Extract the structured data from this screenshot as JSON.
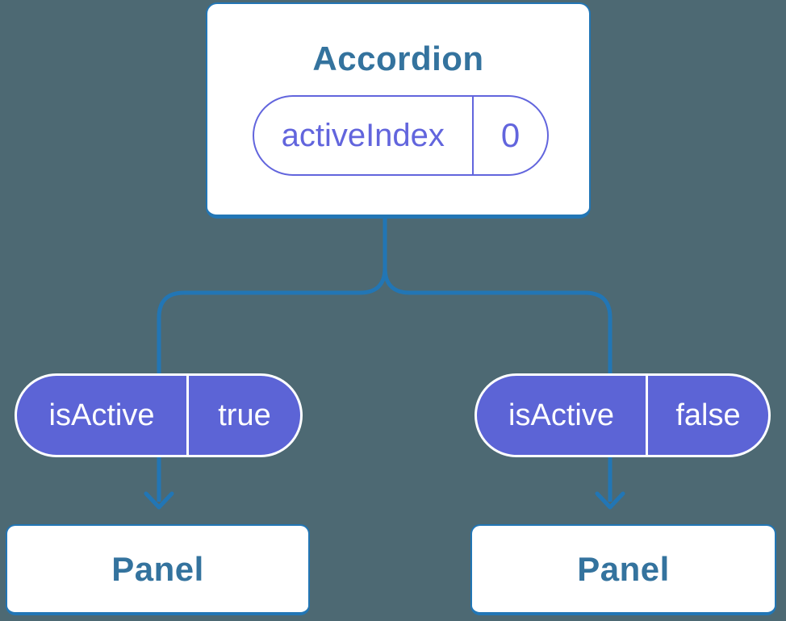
{
  "colors": {
    "background": "#4d6973",
    "connector_blue": "#2276b5",
    "component_text_blue": "#34739e",
    "state_purple_outline": "#6265dd",
    "prop_purple_fill": "#5c64d6",
    "prop_text": "#ffffff",
    "card_fill": "#ffffff"
  },
  "diagram": {
    "root": {
      "name": "Accordion",
      "state": {
        "name": "activeIndex",
        "value": "0"
      }
    },
    "children": [
      {
        "prop": {
          "name": "isActive",
          "value": "true"
        },
        "component": {
          "name": "Panel"
        }
      },
      {
        "prop": {
          "name": "isActive",
          "value": "false"
        },
        "component": {
          "name": "Panel"
        }
      }
    ]
  }
}
